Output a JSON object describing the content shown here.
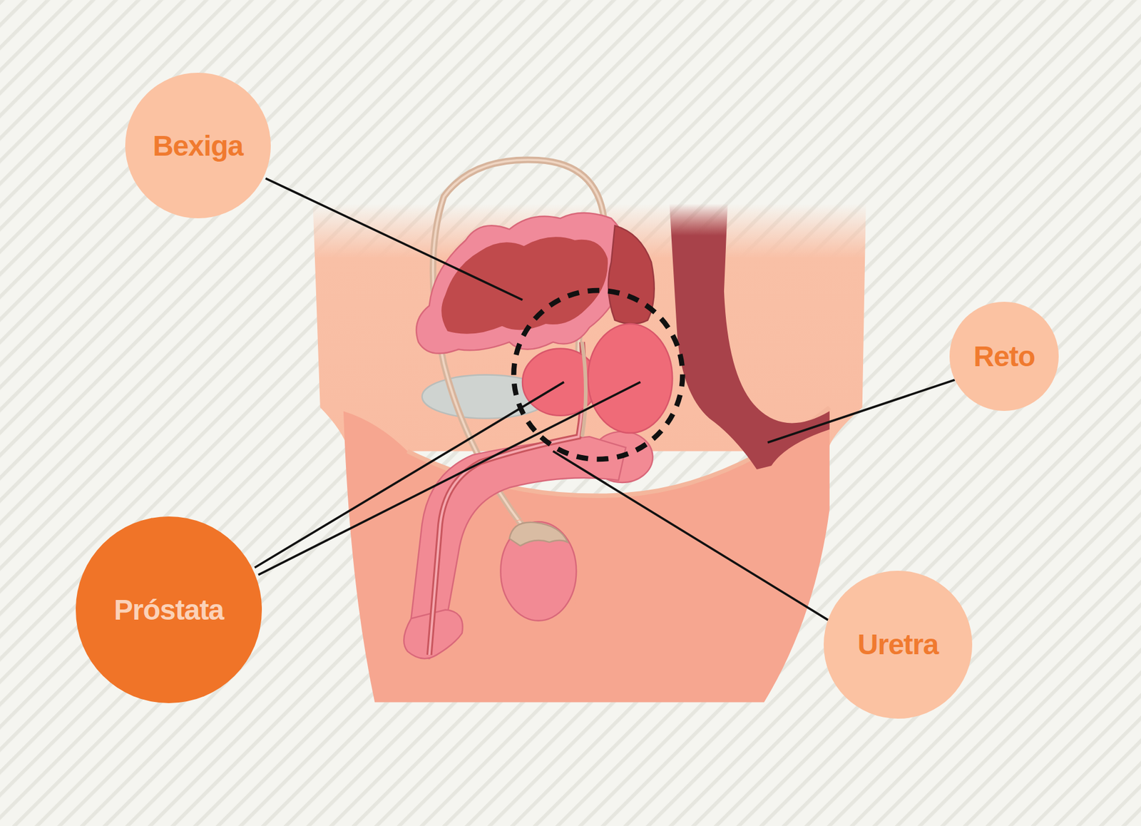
{
  "diagram": {
    "nodes": [
      {
        "text": [
          "Bexiga"
        ]
      },
      {
        "text": [
          "Reto"
        ]
      },
      {
        "text": [
          "Próstata"
        ]
      },
      {
        "text": [
          "Uretra"
        ]
      }
    ]
  }
}
